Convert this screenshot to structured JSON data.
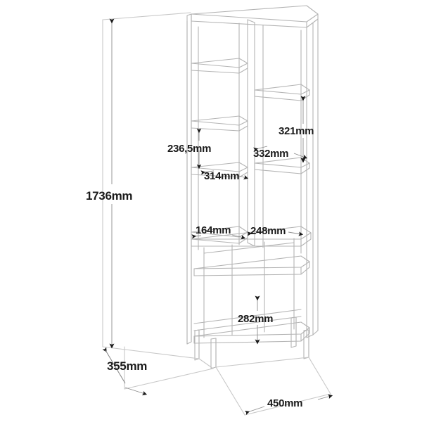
{
  "drawing": {
    "type": "isometric-technical-drawing",
    "subject": "tall-bookcase-shelving-unit",
    "units": "mm",
    "line_color": "#b4b4b4",
    "text_color": "#1b1b1b",
    "background_color": "#ffffff"
  },
  "dimensions": {
    "overall_height": "1736mm",
    "overall_depth": "355mm",
    "overall_width": "450mm",
    "left_column": {
      "compartment_height": "236,5mm",
      "shelf_width": "314mm",
      "lower_shelf_width": "164mm"
    },
    "right_column": {
      "compartment_height_upper": "321mm",
      "shelf_width_upper": "332mm",
      "shelf_width_lower": "248mm",
      "compartment_height_lower": "282mm"
    }
  },
  "labels": [
    {
      "id": "height",
      "text": "1736mm"
    },
    {
      "id": "depth",
      "text": "355mm"
    },
    {
      "id": "width",
      "text": "450mm"
    },
    {
      "id": "s2365",
      "text": "236,5mm"
    },
    {
      "id": "s314",
      "text": "314mm"
    },
    {
      "id": "s164",
      "text": "164mm"
    },
    {
      "id": "s321",
      "text": "321mm"
    },
    {
      "id": "s332",
      "text": "332mm"
    },
    {
      "id": "s248",
      "text": "248mm"
    },
    {
      "id": "s282",
      "text": "282mm"
    }
  ]
}
